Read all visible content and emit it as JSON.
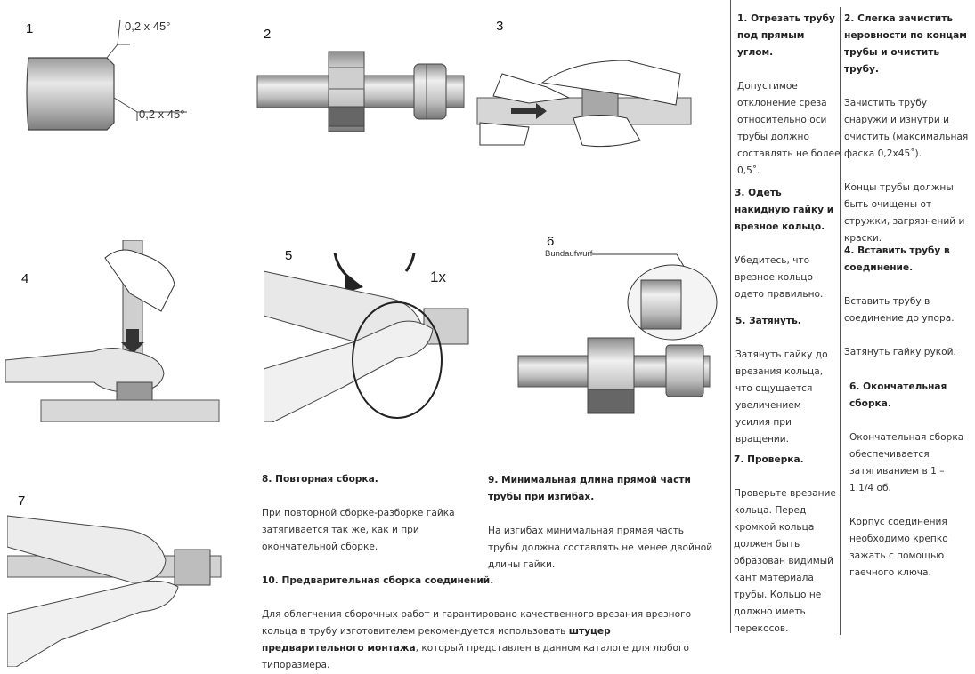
{
  "figures": {
    "n1": "1",
    "n2": "2",
    "n3": "3",
    "n4": "4",
    "n5": "5",
    "n6": "6",
    "n7": "7",
    "fig1_dim_top": "0,2 x 45°",
    "fig1_dim_bottom": "0,2 x 45°",
    "fig5_label": "1x",
    "fig6_label": "Bundaufwurf"
  },
  "column1": {
    "s1_title": "1. Отрезать трубу под прямым углом.",
    "s1_text": "Допустимое отклонение среза относительно оси трубы должно составлять не более 0,5˚.",
    "s3_title": "3. Одеть накидную гайку и врезное кольцо.",
    "s3_text": "Убедитесь, что врезное кольцо одето правильно.",
    "s5_title": "5. Затянуть.",
    "s5_text": "Затянуть гайку до врезания кольца, что ощущается увеличением усилия при вращении.",
    "s7_title": "7. Проверка.",
    "s7_text": "Проверьте врезание кольца. Перед кромкой кольца должен быть образован видимый кант материала трубы. Кольцо не должно иметь перекосов."
  },
  "column2": {
    "s2_title": "2. Слегка зачистить неровности по концам трубы и очистить трубу.",
    "s2_text1": "Зачистить трубу снаружи и изнутри и очистить (максимальная фаска 0,2x45˚).",
    "s2_text2": "Концы трубы должны быть очищены от стружки, загрязнений и краски.",
    "s4_title": "4. Вставить трубу в соединение.",
    "s4_text1": "Вставить трубу в соединение до упора.",
    "s4_text2": "Затянуть гайку рукой.",
    "s6_title": "6. Окончательная сборка.",
    "s6_text1": "Окончательная сборка обеспечивается затягиванием в 1 – 1.1/4 об.",
    "s6_text2": "Корпус соединения необходимо крепко зажать с помощью гаечного ключа."
  },
  "bottom": {
    "s8_title": "8. Повторная сборка.",
    "s8_text": "При повторной сборке-разборке гайка затягивается так же, как и при окончательной сборке.",
    "s9_title": "9. Минимальная длина прямой части трубы при изгибах.",
    "s9_text": "На изгибах минимальная прямая часть трубы должна составлять не менее двойной длины гайки.",
    "s10_title": "10. Предварительная сборка соединений.",
    "s10_text_a": "Для облегчения сборочных работ и гарантировано качественного врезания врезного кольца в трубу изготовителем рекомендуется использовать ",
    "s10_text_bold": "штуцер предварительного монтажа",
    "s10_text_b": ", который представлен в данном каталоге для любого типоразмера."
  }
}
